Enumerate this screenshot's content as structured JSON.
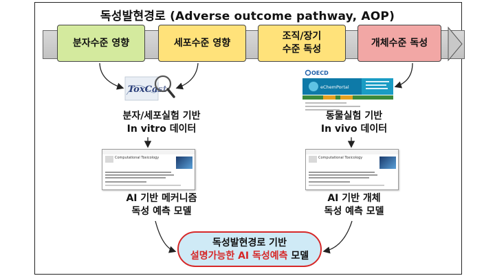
{
  "title": "독성발현경로 (Adverse outcome pathway, AOP)",
  "stages": [
    {
      "label": "분자수준 영향"
    },
    {
      "label": "세포수준 영향"
    },
    {
      "label": "조직/장기 수준 독성",
      "line1": "조직/장기",
      "line2": "수준 독성"
    },
    {
      "label": "개체수준 독성"
    }
  ],
  "left": {
    "source_logo": "ToxCast",
    "data_line1": "분자/세포실험 기반",
    "data_line2": "In vitro 데이터",
    "model_line1": "AI 기반 메커니즘",
    "model_line2": "독성 예측 모델"
  },
  "right": {
    "source_brand": "OECD",
    "source_portal": "eChemPortal",
    "data_line1": "동물실험 기반",
    "data_line2": "In vivo 데이터",
    "model_line1": "AI 기반 개체",
    "model_line2": "독성 예측 모델"
  },
  "paper": {
    "journal": "Computational Toxicology"
  },
  "result": {
    "line1": "독성발현경로 기반",
    "line2_red": "설명가능한 AI 독성예측",
    "line2_rest": " 모델"
  },
  "colors": {
    "molecular": "#d4ea9e",
    "cellular": "#ffe27a",
    "tissue": "#ffe27a",
    "organism": "#f2a7a5",
    "result_fill": "#cfeaf6",
    "result_border": "#d62828"
  }
}
